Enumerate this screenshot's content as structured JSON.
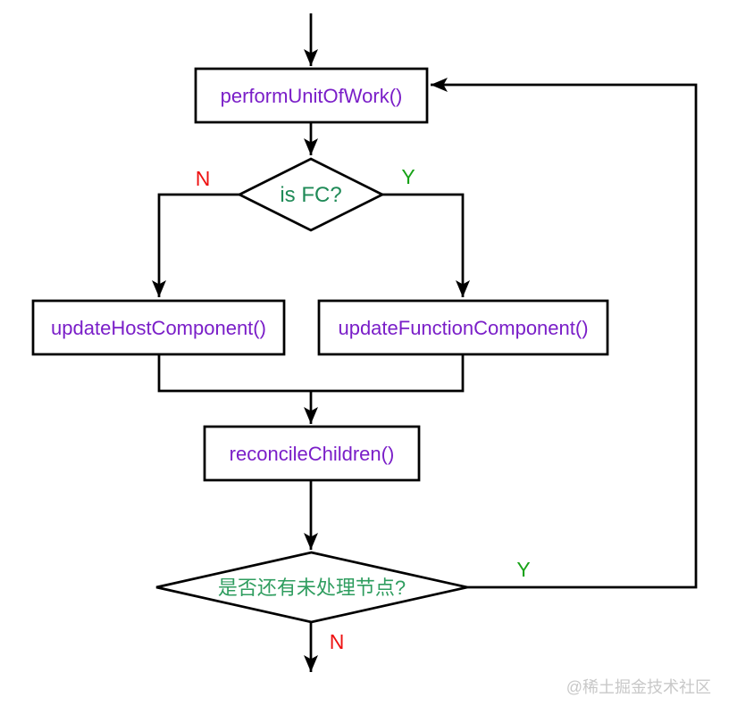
{
  "diagram": {
    "nodes": {
      "perform": {
        "label": "performUnitOfWork()"
      },
      "is_fc": {
        "label": "is FC?"
      },
      "update_host": {
        "label": "updateHostComponent()"
      },
      "update_function": {
        "label": "updateFunctionComponent()"
      },
      "reconcile": {
        "label": "reconcileChildren()"
      },
      "has_more": {
        "label": "是否还有未处理节点?"
      }
    },
    "edge_labels": {
      "is_fc_no": "N",
      "is_fc_yes": "Y",
      "has_more_yes": "Y",
      "has_more_no": "N"
    },
    "watermark": "@稀土掘金技术社区"
  },
  "colors": {
    "background": "#ffffff",
    "line": "#000000",
    "node_text": "#7a1ec8",
    "question_text": "#1f8a57",
    "question_text_cn": "#2f9d5f",
    "yes_label": "#17a217",
    "no_label": "#ee1111",
    "watermark": "#c8c8c8"
  }
}
